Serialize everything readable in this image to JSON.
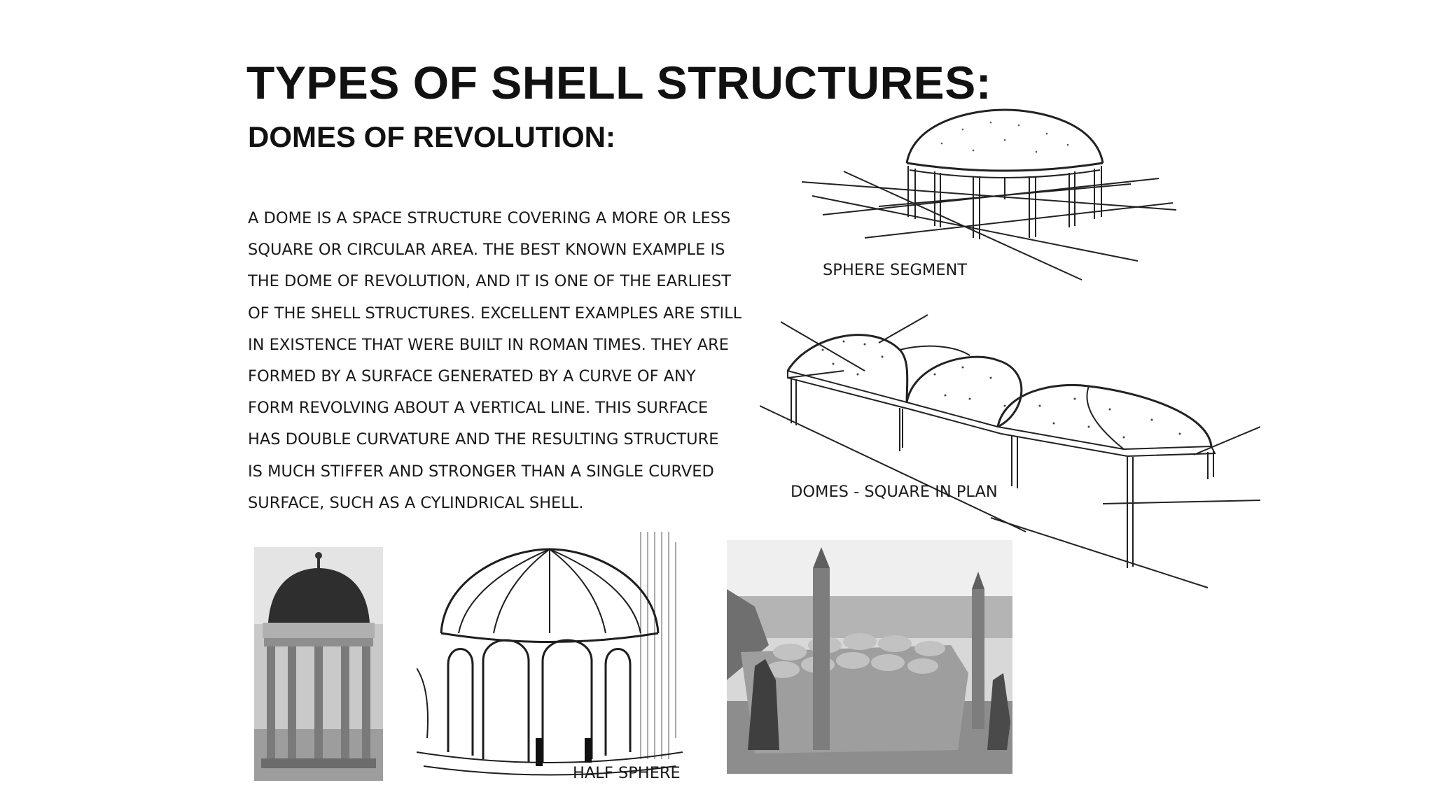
{
  "slide": {
    "title": "TYPES OF SHELL STRUCTURES:",
    "subtitle": "DOMES OF REVOLUTION:",
    "body_lines": [
      "A DOME IS A SPACE STRUCTURE COVERING A MORE OR LESS",
      "SQUARE OR CIRCULAR AREA. THE BEST KNOWN EXAMPLE IS",
      "THE DOME OF REVOLUTION, AND IT IS ONE OF THE EARLIEST",
      "OF THE SHELL STRUCTURES. EXCELLENT EXAMPLES ARE STILL",
      "IN EXISTENCE THAT WERE BUILT IN ROMAN TIMES. THEY ARE",
      "FORMED BY A SURFACE GENERATED BY A CURVE OF ANY",
      "FORM REVOLVING ABOUT A VERTICAL LINE. THIS SURFACE",
      "HAS DOUBLE CURVATURE AND THE RESULTING STRUCTURE",
      "IS MUCH STIFFER AND STRONGER THAN A SINGLE CURVED",
      "SURFACE, SUCH AS A CYLINDRICAL SHELL."
    ]
  },
  "figures": {
    "sphere_segment": {
      "caption": "SPHERE SEGMENT",
      "icon": "sphere-segment-dome-drawing"
    },
    "square_domes": {
      "caption": "DOMES - SQUARE IN PLAN",
      "icon": "square-plan-domes-drawing"
    },
    "half_sphere": {
      "caption": "HALF SPHERE",
      "icon": "half-sphere-dome-drawing"
    },
    "dome_photo": {
      "icon": "domed-pavilion-photo"
    },
    "mosque_photo": {
      "icon": "multi-domed-mosque-photo"
    }
  },
  "colors": {
    "background": "#ffffff",
    "text": "#111111",
    "photo_gray": "#8a8a8a"
  }
}
